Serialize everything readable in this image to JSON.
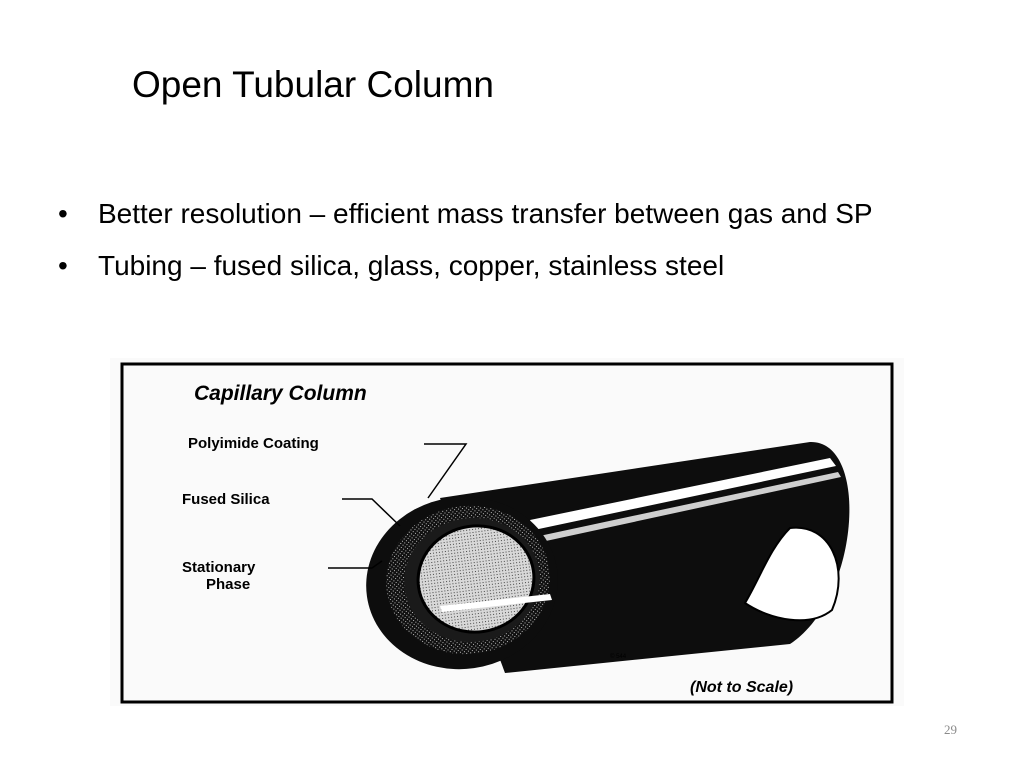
{
  "slide": {
    "title": "Open Tubular Column",
    "bullets": [
      "Better resolution – efficient mass transfer between gas and SP",
      "Tubing – fused silica, glass, copper, stainless steel"
    ],
    "bullet_glyph": "•",
    "page_number": "29"
  },
  "figure": {
    "title": "Capillary Column",
    "labels": {
      "polyimide": "Polyimide Coating",
      "fused_silica": "Fused Silica",
      "stationary_line1": "Stationary",
      "stationary_line2": "Phase"
    },
    "note": "(Not to Scale)",
    "colors": {
      "tube": "#0d0d0d",
      "background": "#fafafa"
    }
  }
}
